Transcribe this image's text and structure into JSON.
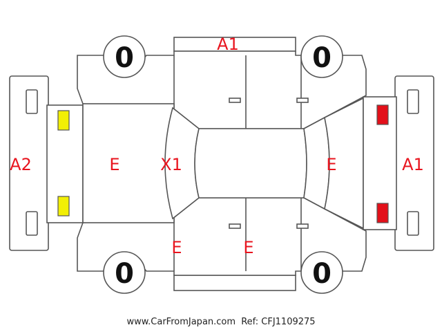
{
  "diagram": {
    "labels": {
      "roof_top": "A1",
      "rear_bumper": "A2",
      "front_bumper": "A1",
      "tailgate_area": "E",
      "roof_panel": "X1",
      "hood": "E",
      "rear_door_left": "E",
      "front_door_left": "E"
    },
    "tires": {
      "top_left": "0",
      "top_right": "0",
      "bottom_left": "0",
      "bottom_right": "0"
    },
    "colors": {
      "damage_label": "#e8141e",
      "rear_lamp": "#f2ef05",
      "front_lamp": "#e3101a",
      "outline": "#555555"
    }
  },
  "footer": {
    "site": "www.CarFromJapan.com",
    "ref": "Ref: CFJ1109275"
  }
}
